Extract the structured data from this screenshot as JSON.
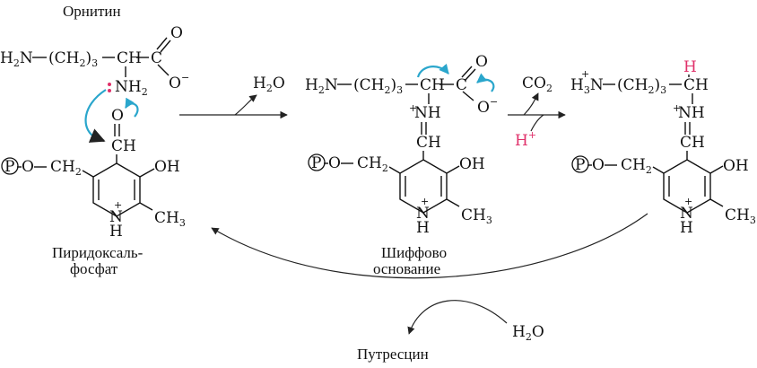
{
  "labels": {
    "ornithine": "Орнитин",
    "plp_line1": "Пиридоксаль-",
    "plp_line2": "фосфат",
    "schiff_line1": "Шиффово",
    "schiff_line2": "основание",
    "putrescine": "Путресцин"
  },
  "atoms": {
    "p": "P",
    "o": "O",
    "oh": "OH",
    "n": "N",
    "h": "H",
    "c": "C",
    "ch": "CH",
    "ch2": "CH",
    "ch3": "CH",
    "nh2": "NH",
    "h2n": "H",
    "h3n": "H",
    "ch2_chain": "(CH",
    "chain_close": ")",
    "minus": "−",
    "plus": "+",
    "sub2": "2",
    "sub3": "3",
    "dash": "—"
  },
  "reagents": {
    "h2o_1": "H",
    "co2": "CO",
    "hplus": "H",
    "h2o_2": "H"
  },
  "colors": {
    "arrow_blue": "#2aa6cc",
    "highlight_pink": "#e0306a",
    "ink": "#111111"
  }
}
